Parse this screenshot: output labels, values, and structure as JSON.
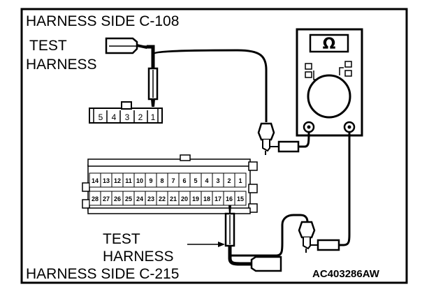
{
  "labels": {
    "top_harness_side": "HARNESS SIDE C-108",
    "top_test_line1": "TEST",
    "top_test_line2": "HARNESS",
    "bottom_test_line1": "TEST",
    "bottom_test_line2": "HARNESS",
    "bottom_harness_side": "HARNESS SIDE C-215",
    "figure_code": "AC403286AW"
  },
  "meter": {
    "symbol": "Ω",
    "icon": "ohmmeter-icon"
  },
  "connector_c108": {
    "pins": [
      "5",
      "4",
      "3",
      "2",
      "1"
    ]
  },
  "connector_c215": {
    "row_top": [
      "14",
      "13",
      "12",
      "11",
      "10",
      "9",
      "8",
      "7",
      "6",
      "5",
      "4",
      "3",
      "2",
      "1"
    ],
    "row_bottom": [
      "28",
      "27",
      "26",
      "25",
      "24",
      "23",
      "22",
      "21",
      "20",
      "19",
      "18",
      "17",
      "16",
      "15"
    ]
  }
}
